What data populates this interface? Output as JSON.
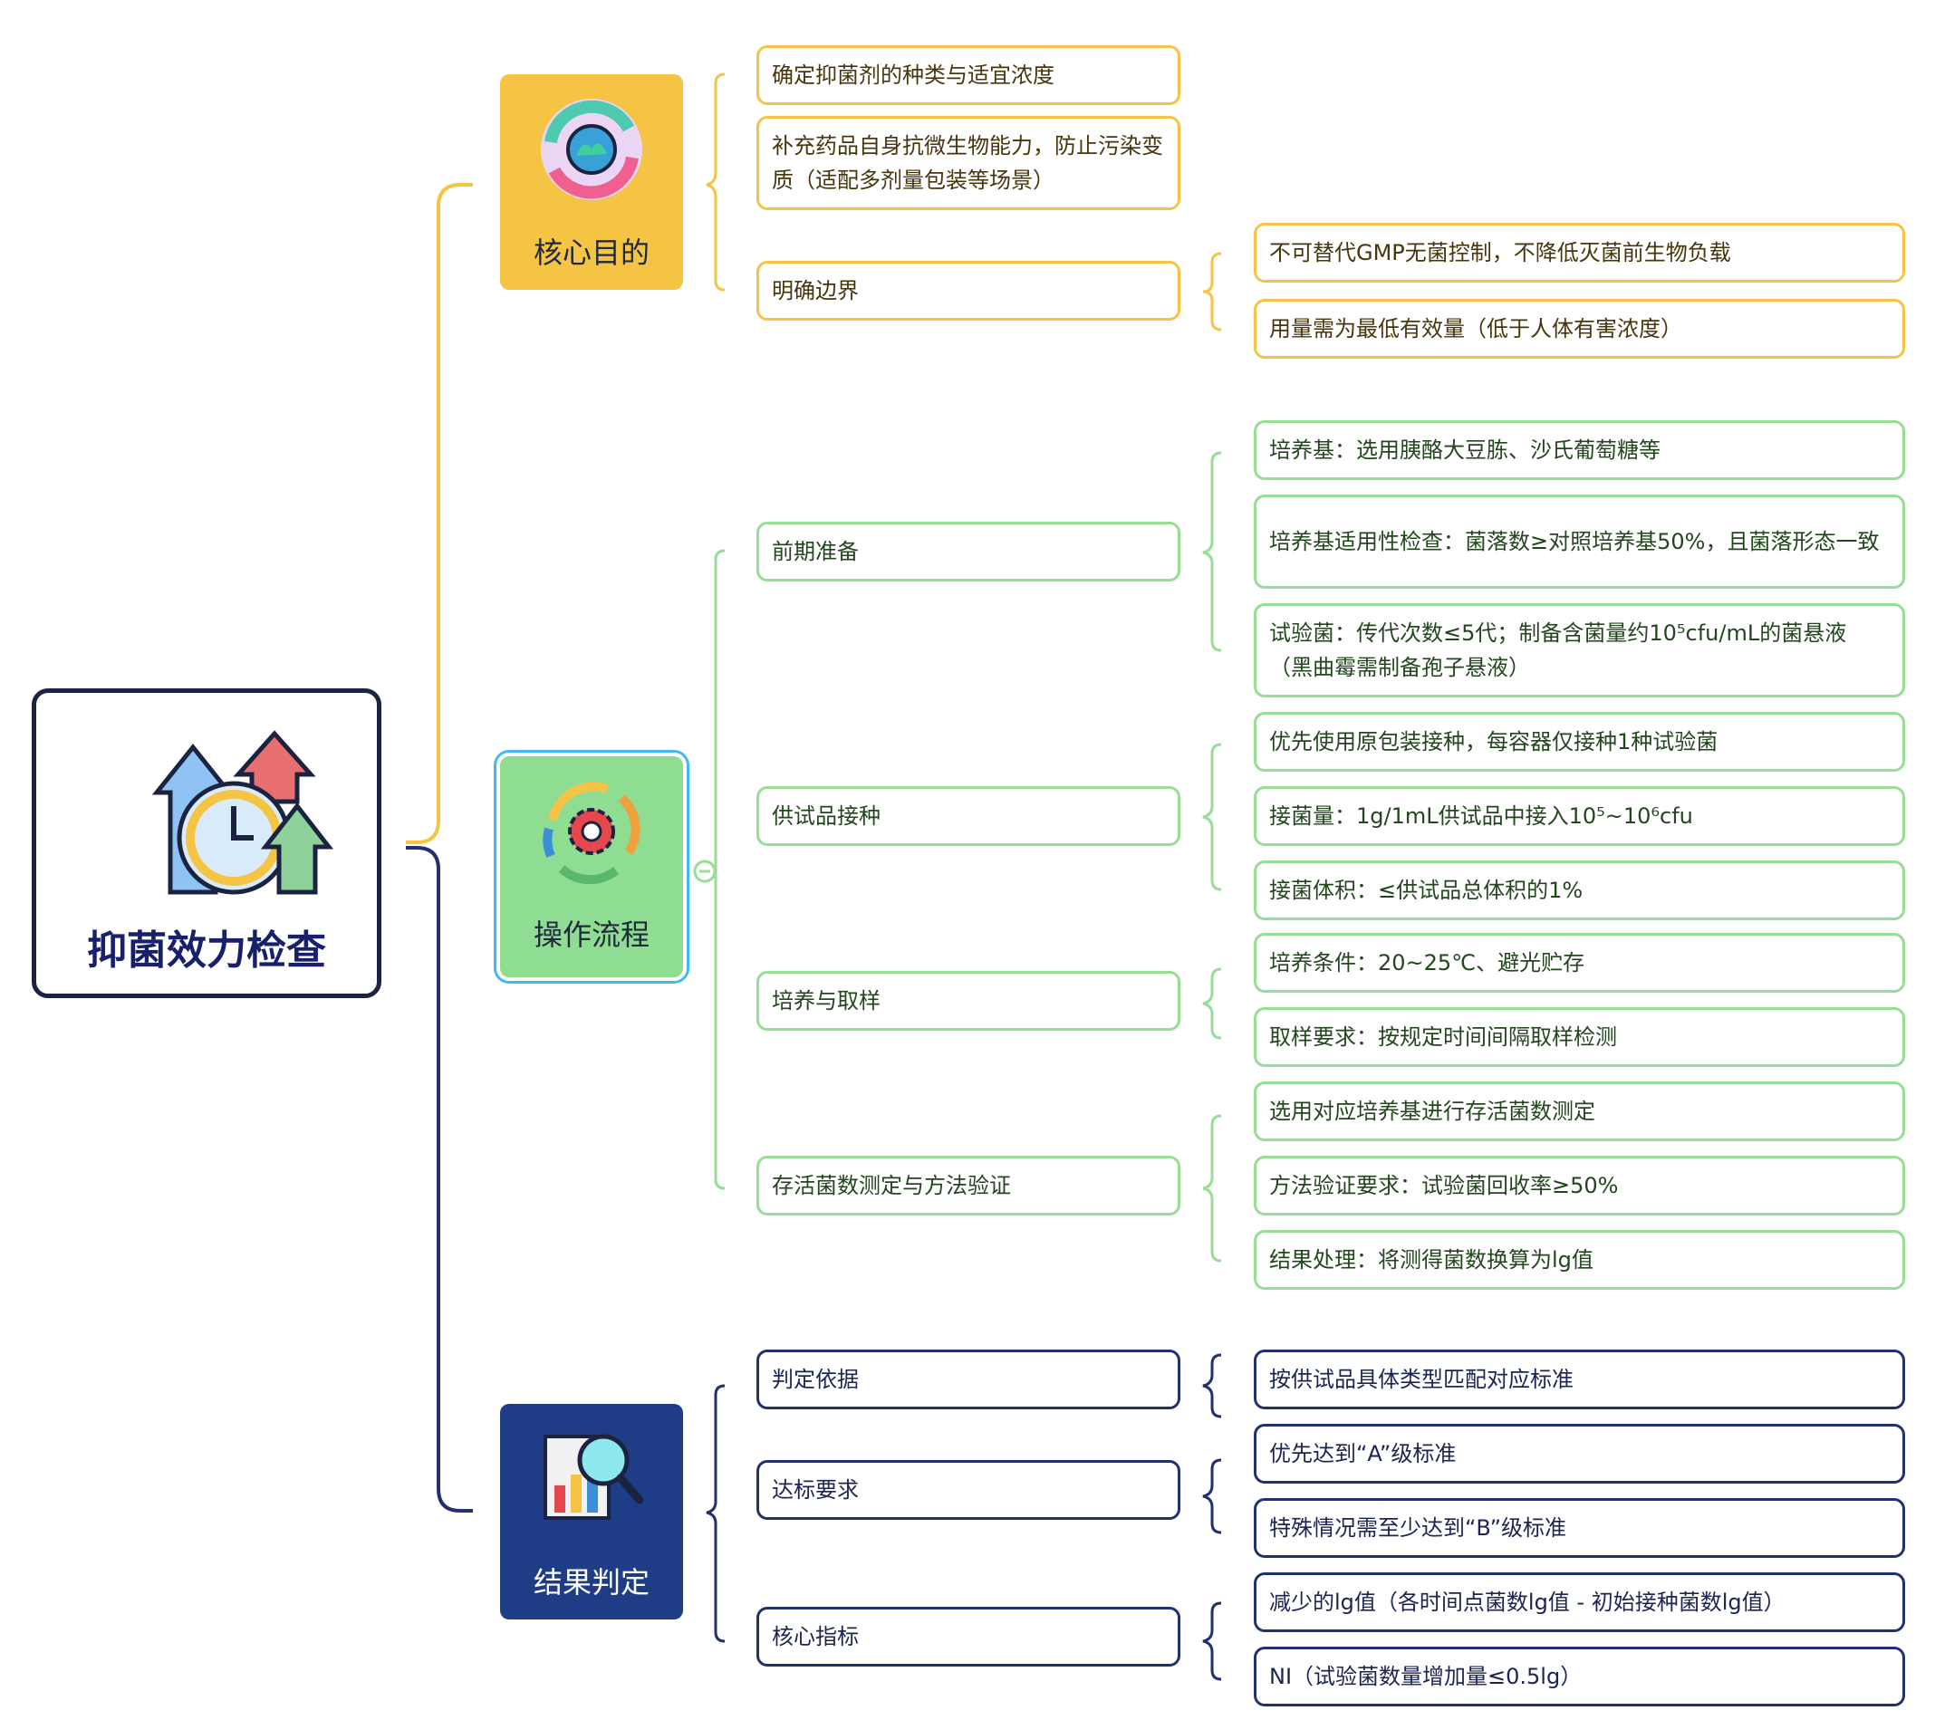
{
  "root": {
    "title": "抑菌效力检查",
    "icon": "clock-growth-arrows-icon"
  },
  "colors": {
    "purpose": "#f6c445",
    "process": "#8fdc93",
    "process_border": "#44b8f0",
    "result": "#1f3d87",
    "root_border": "#1b2340"
  },
  "categories": [
    {
      "label": "核心目的",
      "icon": "cycle-refresh-icon",
      "items": [
        {
          "text": "确定抑菌剂的种类与适宜浓度",
          "children": []
        },
        {
          "text": "补充药品自身抗微生物能力，防止污染变质（适配多剂量包装等场景）",
          "children": []
        },
        {
          "text": "明确边界",
          "children": [
            "不可替代GMP无菌控制，不降低灭菌前生物负载",
            "用量需为最低有效量（低于人体有害浓度）"
          ]
        }
      ]
    },
    {
      "label": "操作流程",
      "icon": "gear-cycle-icon",
      "collapse_symbol": "⊖",
      "items": [
        {
          "text": "前期准备",
          "children": [
            "培养基：选用胰酪大豆胨、沙氏葡萄糖等",
            "培养基适用性检查：菌落数≥对照培养基50%，且菌落形态一致",
            "试验菌：传代次数≤5代；制备含菌量约10⁵cfu/mL的菌悬液（黑曲霉需制备孢子悬液）"
          ]
        },
        {
          "text": "供试品接种",
          "children": [
            "优先使用原包装接种，每容器仅接种1种试验菌",
            "接菌量：1g/1mL供试品中接入10⁵~10⁶cfu",
            "接菌体积：≤供试品总体积的1%"
          ]
        },
        {
          "text": "培养与取样",
          "children": [
            "培养条件：20~25℃、避光贮存",
            "取样要求：按规定时间间隔取样检测"
          ]
        },
        {
          "text": "存活菌数测定与方法验证",
          "children": [
            "选用对应培养基进行存活菌数测定",
            "方法验证要求：试验菌回收率≥50%",
            "结果处理：将测得菌数换算为lg值"
          ]
        }
      ]
    },
    {
      "label": "结果判定",
      "icon": "report-magnifier-icon",
      "items": [
        {
          "text": "判定依据",
          "children": [
            "按供试品具体类型匹配对应标准"
          ]
        },
        {
          "text": "达标要求",
          "children": [
            "优先达到“A”级标准",
            "特殊情况需至少达到“B”级标准"
          ]
        },
        {
          "text": "核心指标",
          "children": [
            "减少的lg值（各时间点菌数lg值 - 初始接种菌数lg值）",
            "NI（试验菌数量增加量≤0.5lg）"
          ]
        }
      ]
    }
  ]
}
